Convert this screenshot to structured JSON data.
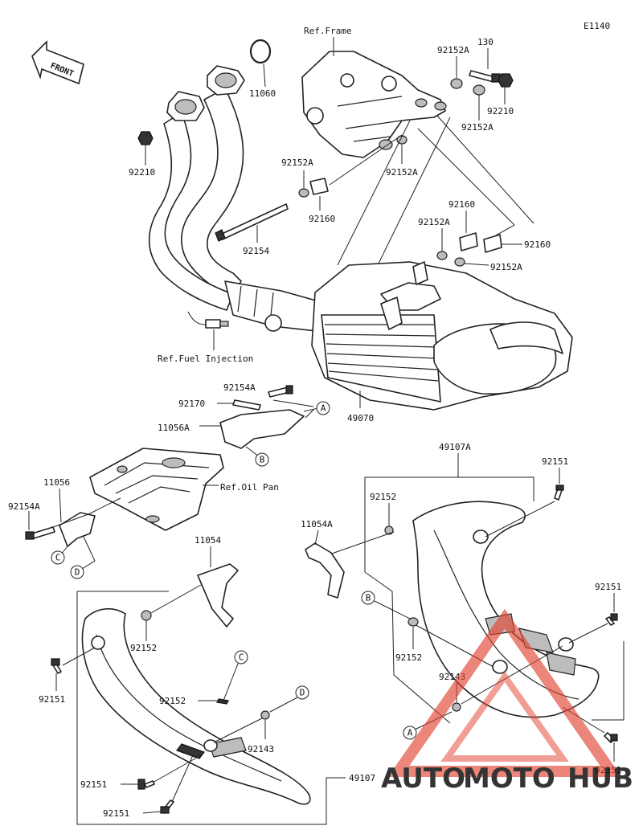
{
  "diagram_code": "E1140",
  "direction_label": "FRONT",
  "refs": {
    "frame": "Ref.Frame",
    "fuel_injection": "Ref.Fuel Injection",
    "oil_pan": "Ref.Oil Pan"
  },
  "part_labels": {
    "p130": "130",
    "p11060": "11060",
    "p92152A_top": "92152A",
    "p92152A_right": "92152A",
    "p92210_right": "92210",
    "p92210_left": "92210",
    "p92152A_frame_l": "92152A",
    "p92152A_frame_r": "92152A",
    "p92160_top": "92160",
    "p92160_mid": "92160",
    "p92160_right": "92160",
    "p92152A_muffler_l": "92152A",
    "p92152A_muffler_r": "92152A",
    "p92154": "92154",
    "p49070": "49070",
    "p92154A_top": "92154A",
    "p92170": "92170",
    "p11056A": "11056A",
    "p11056": "11056",
    "p92154A_left": "92154A",
    "p49107A": "49107A",
    "p92151_tr": "92151",
    "p92152_guard": "92152",
    "p11054A": "11054A",
    "p92151_mr": "92151",
    "p92152_b": "92152",
    "p92143_r": "92143",
    "p92151_br": "92151",
    "p11054": "11054",
    "p92152_left": "92152",
    "p92151_left": "92151",
    "p92152_c": "92152",
    "p92143_l": "92143",
    "p49107": "49107",
    "p92151_bl1": "92151",
    "p92151_bl2": "92151"
  },
  "callouts": {
    "a1": "A",
    "b1": "B",
    "c1": "C",
    "d1": "D",
    "c2": "C",
    "d2": "D",
    "b2": "B",
    "a2": "A"
  },
  "watermark": {
    "auto": "AUTO",
    "moto": "MOTO",
    "hub": "HUB",
    "colors": {
      "auto": "#e8b13a",
      "moto": "#e2412f",
      "hub": "#3b3b3b",
      "triangle": "#e2412f"
    }
  }
}
